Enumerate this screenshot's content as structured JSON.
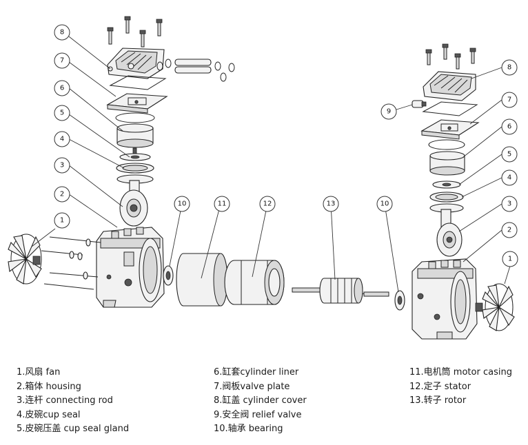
{
  "callouts": {
    "left": [
      "8",
      "7",
      "6",
      "5",
      "4",
      "3",
      "2",
      "1"
    ],
    "right": [
      "9",
      "8",
      "7",
      "6",
      "5",
      "4",
      "3",
      "2",
      "1"
    ],
    "middle": [
      "10",
      "11",
      "12",
      "13",
      "10"
    ]
  },
  "legend": {
    "col1": [
      "1.风扇 fan",
      "2.箱体 housing",
      "3.连杆 connecting rod",
      "4.皮碗cup seal",
      "5.皮碗压盖 cup seal gland"
    ],
    "col2": [
      "6.缸套cylinder liner",
      "7.阀板valve plate",
      "8.缸盖 cylinder cover",
      "9.安全阀 relief valve",
      "10.轴承 bearing"
    ],
    "col3": [
      "11.电机筒 motor casing",
      "12.定子 stator",
      "13.转子 rotor"
    ]
  }
}
